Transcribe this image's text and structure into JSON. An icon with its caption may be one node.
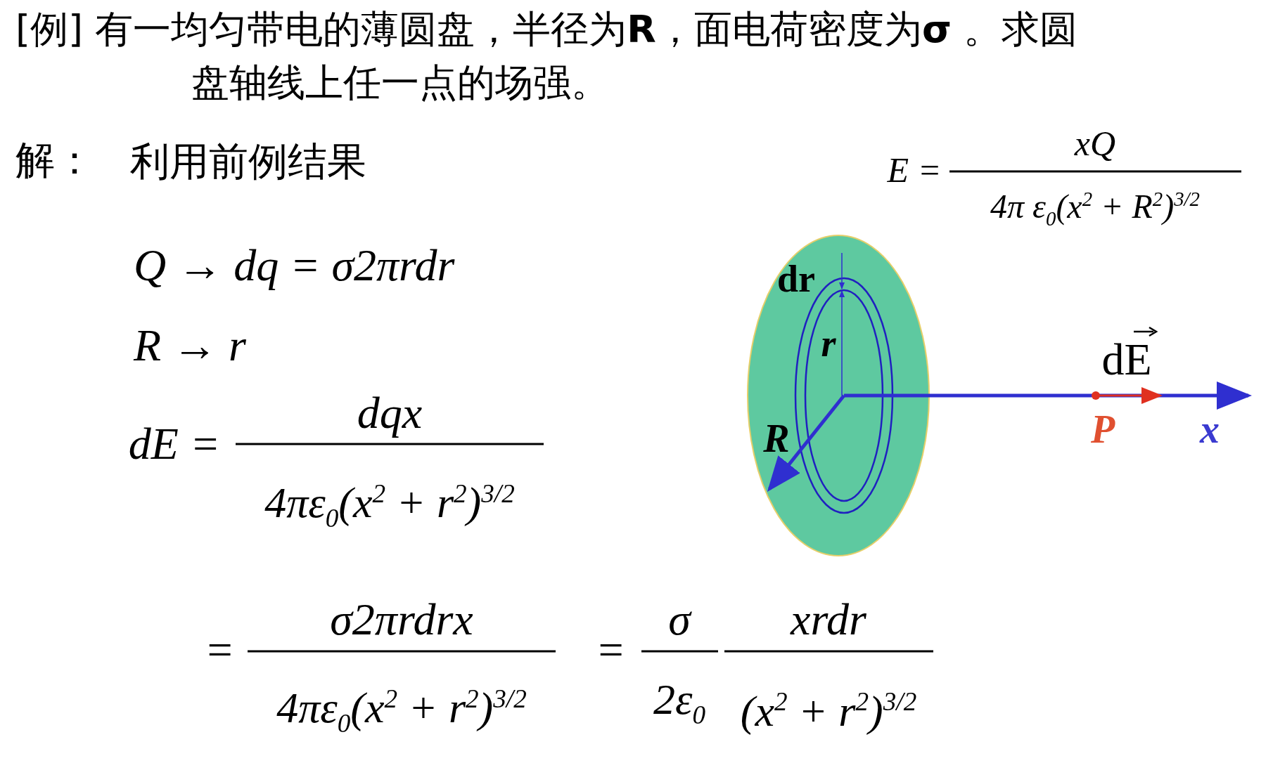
{
  "diagram": {
    "title": "[例] 有一均匀带电的薄圆盘，半径为**R**，面电荷密度为**σ** 。求圆盘轴线上任一点的场强。",
    "labels": [
      "解：",
      "利用前例结果",
      "E =",
      "xQ",
      "4π ε$_{0}$(x$^{2}$ + R$^{2}$)$^{3/2}$",
      "Q → dq = σ2πrdr",
      "R → r",
      "dr",
      "r",
      "dE",
      "R",
      "P",
      "x",
      "dE =",
      "dqx",
      "4πε$_{0}$(x$^{2}$ + r$^{2}$)$^{3/2}$",
      "=",
      "σ2πrdrx",
      "4πε$_{0}$(x$^{2}$ + r$^{2}$)$^{3/2}$",
      "=",
      "σ",
      "2ε$_{0}$",
      "xrdr",
      "(x$^{2}$ + r$^{2}$)$^{3/2}$"
    ]
  }
}
